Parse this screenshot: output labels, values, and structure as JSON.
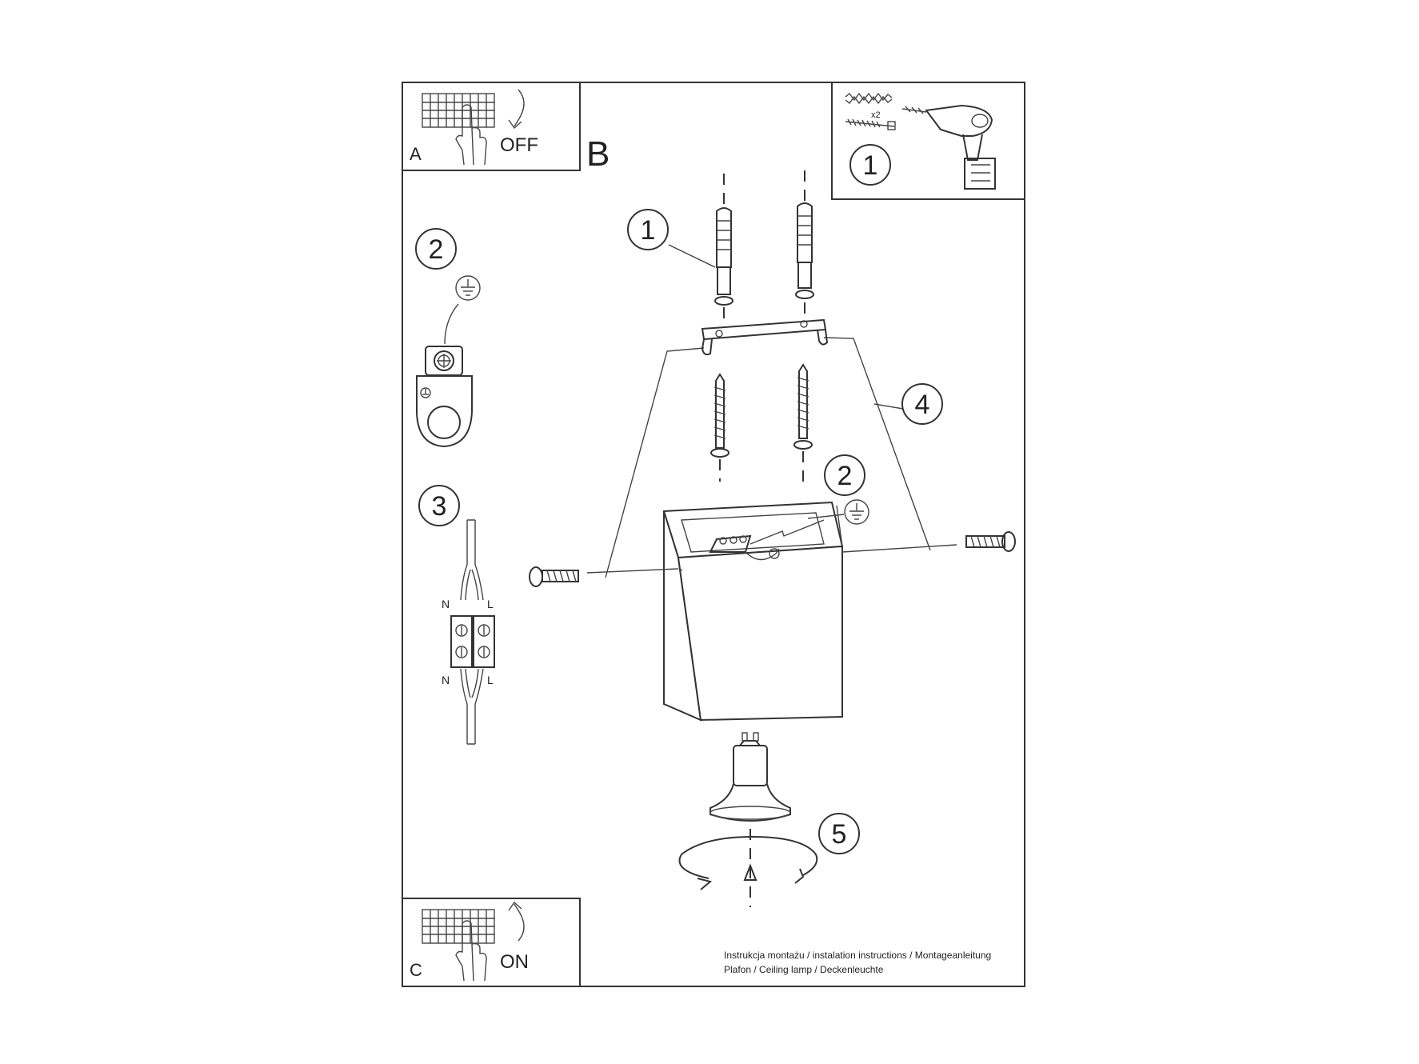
{
  "panels": {
    "a": {
      "letter": "A",
      "caption": "OFF"
    },
    "b": {
      "letter": "B"
    },
    "c": {
      "letter": "C",
      "caption": "ON"
    }
  },
  "tools": {
    "quantity": "x2",
    "step": "1"
  },
  "steps": {
    "dowels": "1",
    "earth": "2",
    "connector": "3",
    "bracket": "4",
    "bulb": "5",
    "earth_inner": "2"
  },
  "connector_labels": {
    "n_top": "N",
    "l_top": "L",
    "n_bottom": "N",
    "l_bottom": "L"
  },
  "footer": {
    "line1": "Instrukcja montażu / instalation instructions / Montageanleitung",
    "line2": "Plafon / Ceiling lamp / Deckenleuchte"
  },
  "colors": {
    "line": "#333333",
    "background": "#ffffff"
  },
  "icons": [
    "switch-panel-icon",
    "hand-icon",
    "curved-arrow-down-icon",
    "curved-arrow-up-icon",
    "wall-plug-icon",
    "screw-icon",
    "drill-icon",
    "earth-symbol-icon",
    "earth-terminal-icon",
    "terminal-block-icon",
    "mounting-bracket-icon",
    "cube-lamp-body",
    "gu10-bulb-icon",
    "rotation-arrow-icon"
  ]
}
